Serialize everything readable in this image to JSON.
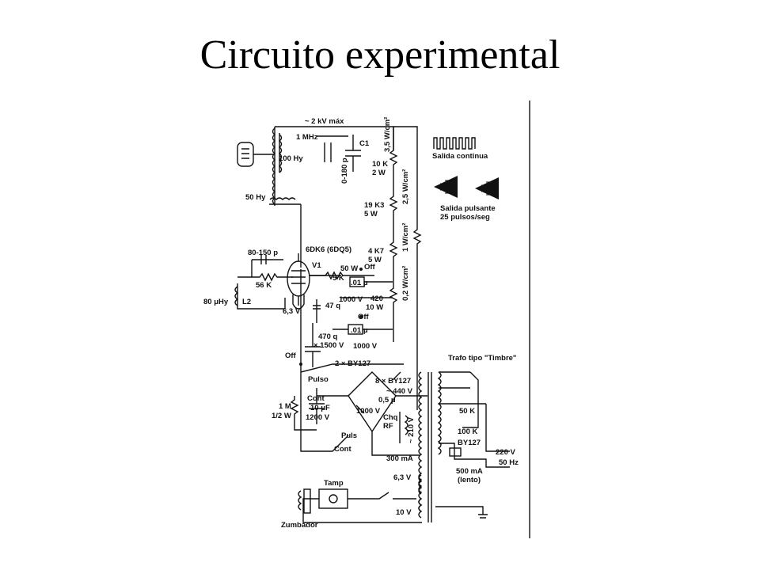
{
  "slide": {
    "title": "Circuito experimental"
  },
  "schematic": {
    "labels": {
      "hv_max": "~ 2 kV máx",
      "freq": "1 MHz",
      "coil_100hy": "100 Hy",
      "cap_c1": "C1",
      "cap_0_180p": "0-180 p",
      "choke_50hy": "50 Hy",
      "res_10k_2w": "10 K\n2 W",
      "res_19k3_5w": "19 K3\n5 W",
      "res_4k7_5w": "4 K7\n5 W",
      "dens_35": "3,5 W/cm²",
      "dens_25": "2,5 W/cm²",
      "dens_1": "1 W/cm²",
      "dens_02": "0,2 W/cm²",
      "out_cont": "Salida continua",
      "out_pulse": "Salida pulsante\n25 pulsos/seg",
      "tube": "6DK6 (6DQ5)",
      "v1": "V1",
      "cap_80_150p": "80-150 p",
      "res_56k": "56 K",
      "coil_80uhy": "80 μHy",
      "l2": "L2",
      "heater_63v": "6,3 V",
      "cap_47q": "47 q",
      "res_50w_5k": "50 W\n5 K",
      "cap_01u_a": ".01 μ",
      "off_a": "Off",
      "cap_1000v_a": "1000 V",
      "res_420_10w": "420\n10 W",
      "off_b": "Off",
      "cap_01u_b": ".01 μ",
      "cap_1000v_b": "1000 V",
      "cap_470q": "470 q\n× 1500 V",
      "off_c": "Off",
      "diodes_2": "2 × BY127",
      "diodes_8": "8 × BY127",
      "v440": "~ 440 V",
      "cap_05u": "0,5 μ",
      "cap_1000v_c": "1000 V",
      "pulso": "Pulso",
      "cont_a": "Cont",
      "cap_10uf": "10 μF\n1200 V",
      "res_1m": "1 M\n1/2 W",
      "puls": "Puls",
      "cont_b": "Cont",
      "choke_rf": "Chq\nRF",
      "v210": "~ 210 V",
      "ma300": "300 mA",
      "v63_b": "6,3 V",
      "v10": "10 V",
      "trafo": "Trafo tipo \"Timbre\"",
      "res_50k": "50 K",
      "res_100k": "100 K",
      "by127": "BY127",
      "mains_v": "220 V",
      "mains_hz": "50 Hz",
      "fuse": "500 mA\n(lento)",
      "lamp": "Tamp",
      "buzzer": "Zumbador"
    }
  }
}
